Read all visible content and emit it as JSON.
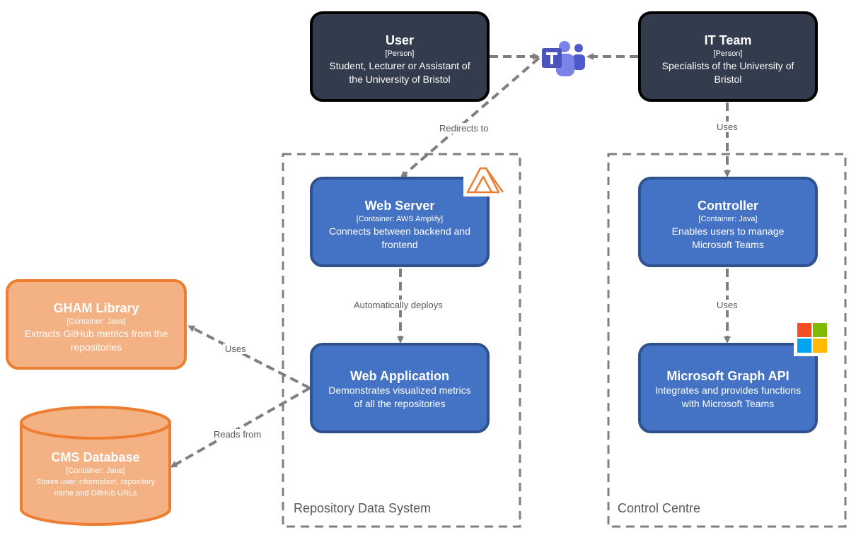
{
  "nodes": {
    "user": {
      "title": "User",
      "tech": "[Person]",
      "desc": "Student, Lecturer or Assistant of the University of Bristol"
    },
    "it_team": {
      "title": "IT Team",
      "tech": "[Person]",
      "desc": "Specialists of the University of Bristol"
    },
    "web_server": {
      "title": "Web Server",
      "tech": "[Container: AWS Amplify]",
      "desc": "Connects between backend and frontend"
    },
    "web_application": {
      "title": "Web Application",
      "desc": "Demonstrates visualized metrics of all the repositories"
    },
    "controller": {
      "title": "Controller",
      "tech": "[Container: Java]",
      "desc": "Enables users to manage Microsoft Teams"
    },
    "graph_api": {
      "title": "Microsoft Graph API",
      "desc": "Integrates and provides functions with Microsoft Teams"
    },
    "gham": {
      "title": "GHAM Library",
      "tech": "[Container: Java]",
      "desc": "Extracts GitHub metrics from the repositories"
    },
    "cms": {
      "title": "CMS Database",
      "tech": "[Container: Java]",
      "desc": "Stores user information, repository name and GitHub URLs"
    }
  },
  "boundaries": {
    "repository_data_system": "Repository Data System",
    "control_centre": "Control Centre"
  },
  "edges": {
    "redirects_to": "Redirects to",
    "uses_it": "Uses",
    "automatically_deploys": "Automatically deploys",
    "uses_controller": "Uses",
    "uses_gham": "Uses",
    "reads_from": "Reads from"
  },
  "icons": [
    "microsoft-teams-icon",
    "aws-amplify-icon",
    "microsoft-logo-icon"
  ],
  "colors": {
    "person_fill": "#333c4c",
    "container_fill": "#4472c4",
    "container_border": "#2f528f",
    "external_fill": "#f4b183",
    "external_border": "#ed7d31",
    "connector": "#7f7f7f"
  }
}
